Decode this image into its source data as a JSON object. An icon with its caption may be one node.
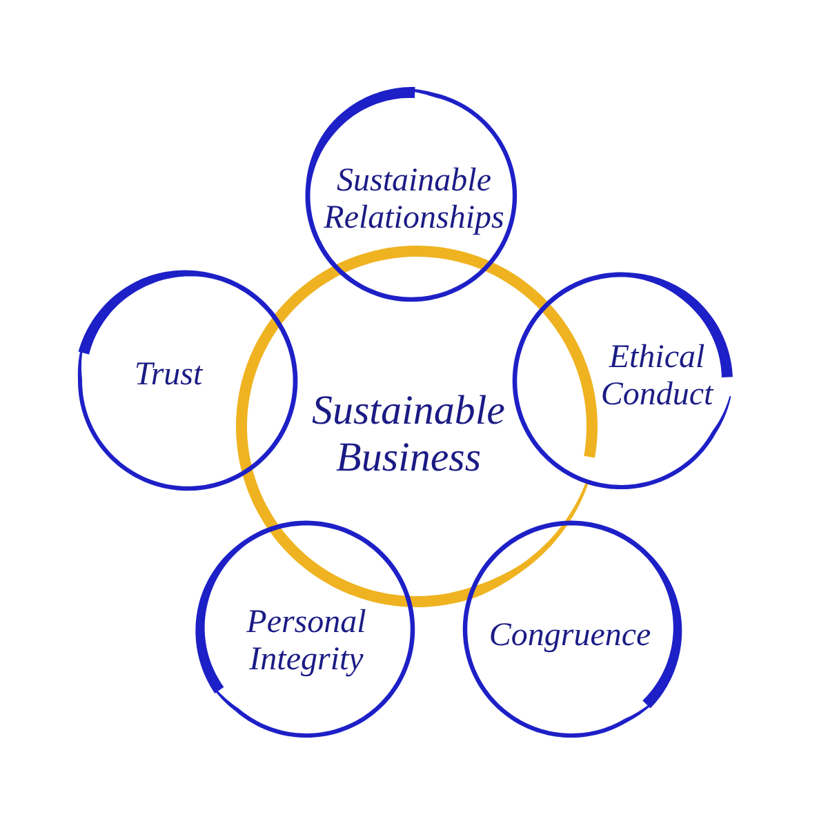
{
  "diagram": {
    "nodes": [
      {
        "text": [
          "Sustainable Business"
        ]
      },
      {
        "text": [
          "Sustainable Relationships"
        ]
      },
      {
        "text": [
          "Trust"
        ]
      },
      {
        "text": [
          "Ethical Conduct"
        ]
      },
      {
        "text": [
          "Personal Integrity"
        ]
      },
      {
        "text": [
          "Congruence"
        ]
      }
    ]
  }
}
